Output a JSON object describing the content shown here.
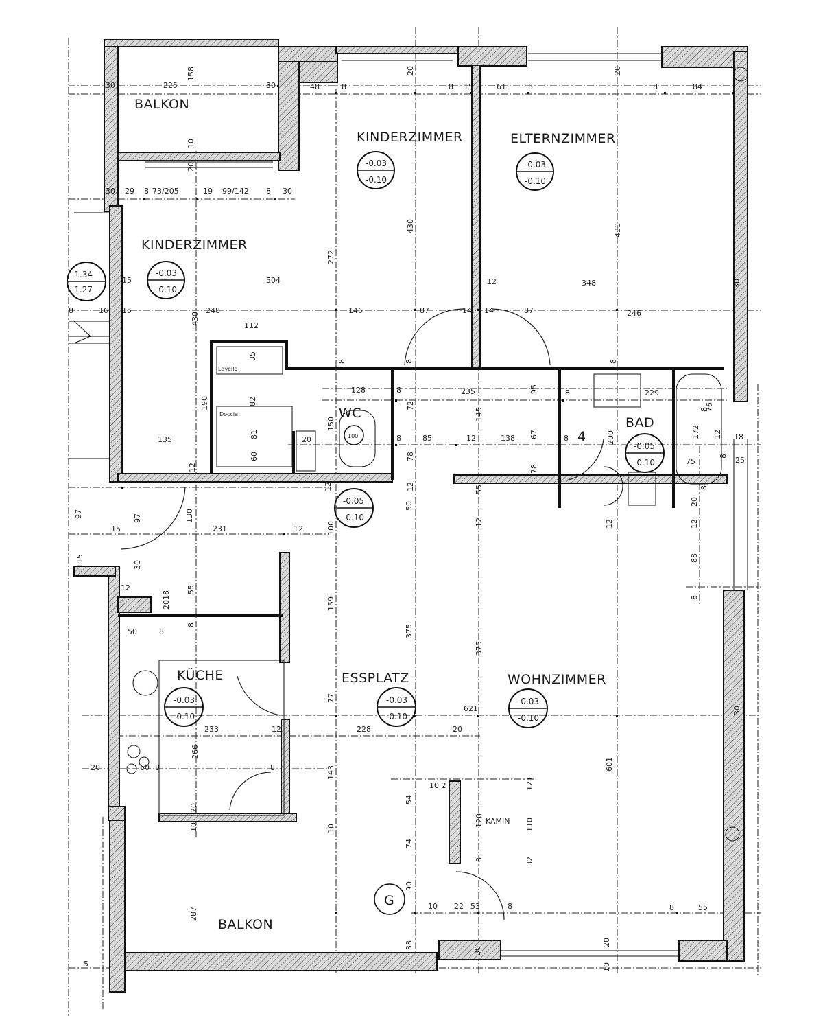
{
  "rooms": {
    "balkon_top": "BALKON",
    "kinderzimmer_top": "KINDERZIMMER",
    "elternzimmer": "ELTERNZIMMER",
    "kinderzimmer_left": "KINDERZIMMER",
    "wc": "WC",
    "bad": "BAD",
    "kueche": "KÜCHE",
    "essplatz": "ESSPLATZ",
    "wohnzimmer": "WOHNZIMMER",
    "balkon_bottom": "BALKON",
    "kamin": "KAMIN",
    "lavello": "Lavello",
    "doccia": "Doccia"
  },
  "levels": {
    "kinder_top_a": "-0.03",
    "kinder_top_b": "-0.10",
    "eltern_a": "-0.03",
    "eltern_b": "-0.10",
    "kinder_left_a": "-0.03",
    "kinder_left_b": "-0.10",
    "stair_a": "-1.34",
    "stair_b": "-1.27",
    "flur_a": "-0.05",
    "flur_b": "-0.10",
    "bad_a": "-0.05",
    "bad_b": "-0.10",
    "kueche_a": "-0.03",
    "kueche_b": "-0.10",
    "ess_a": "-0.03",
    "ess_b": "-0.10",
    "wohn_a": "-0.03",
    "wohn_b": "-0.10",
    "g_mark": "G",
    "wc_bowl": "100",
    "stair_num": "4"
  },
  "dims": {
    "d30a": "30",
    "d225": "225",
    "d158": "158",
    "d30b": "30",
    "d48": "48",
    "d8a": "8",
    "d20a": "20",
    "d8b": "8",
    "d15a": "15",
    "d61": "61",
    "d8c": "8",
    "d20b": "20",
    "d8d": "8",
    "d84": "84",
    "d10a": "10",
    "d20c": "20",
    "d30c": "30",
    "d29": "29",
    "d8e": "8",
    "d73": "73/205",
    "d19": "19",
    "d99": "99/142",
    "d8f": "8",
    "d30d": "30",
    "d430a": "430",
    "d430b": "430",
    "d272": "272",
    "d504": "504",
    "d348": "348",
    "d12a": "12",
    "d30e": "30",
    "d15b": "15",
    "d15c": "15",
    "d16": "16",
    "d8g": "8",
    "d248": "248",
    "d430c": "430",
    "d146": "146",
    "d87a": "87",
    "d14a": "14",
    "d14b": "14",
    "d87b": "87",
    "d246": "246",
    "d112": "112",
    "d35": "35",
    "d8h": "8",
    "d8i": "8",
    "d8j": "8",
    "d128": "128",
    "d8k": "8",
    "d235": "235",
    "d95": "95",
    "d8l": "8",
    "d229": "229",
    "d190": "190",
    "d82": "82",
    "d72": "72",
    "d145": "145",
    "d8m": "8",
    "d76": "76",
    "d81": "81",
    "d20d": "20",
    "d150": "150",
    "d8n": "8",
    "d85": "85",
    "d12b": "12",
    "d138": "138",
    "d67": "67",
    "d8o": "8",
    "d200": "200",
    "d172": "172",
    "d12c": "12",
    "d18": "18",
    "d135": "135",
    "d60": "60",
    "d78a": "78",
    "d78b": "78",
    "d75": "75",
    "d8p": "8",
    "d25": "25",
    "d12d": "12",
    "d12e": "12",
    "d12f": "12",
    "d55a": "55",
    "d8q": "8",
    "d20e": "20",
    "d97a": "97",
    "d97b": "97",
    "d130": "130",
    "d15d": "15",
    "d231": "231",
    "d12g": "12",
    "d100": "100",
    "d50a": "50",
    "d12h": "12",
    "d12i": "12",
    "d12j": "12",
    "d115": "115",
    "d30f": "30",
    "d88": "88",
    "d12k": "12",
    "d2018": "2018",
    "d55b": "55",
    "d8r": "8",
    "d159": "159",
    "d375a": "375",
    "d375b": "375",
    "d50b": "50",
    "d8s": "8",
    "d77": "77",
    "d621": "621",
    "d30g": "30",
    "d233": "233",
    "d12l": "12",
    "d228": "228",
    "d20f": "20",
    "d20g": "20",
    "d60b": "60",
    "d8t": "8",
    "d266": "266",
    "d8u": "8",
    "d143": "143",
    "d601": "601",
    "d102": "10 2",
    "d54": "54",
    "d121": "121",
    "d20h": "20",
    "d10b": "10",
    "d10c": "10",
    "d74": "74",
    "d120": "120",
    "d110": "110",
    "d8v": "8",
    "d32": "32",
    "d287": "287",
    "d90": "90",
    "d10d": "10",
    "d22": "22",
    "d53": "53",
    "d8w": "8",
    "d8x": "8",
    "d55c": "55",
    "d38": "38",
    "d30h": "30",
    "d20i": "20",
    "d10e": "10",
    "d5": "5"
  }
}
